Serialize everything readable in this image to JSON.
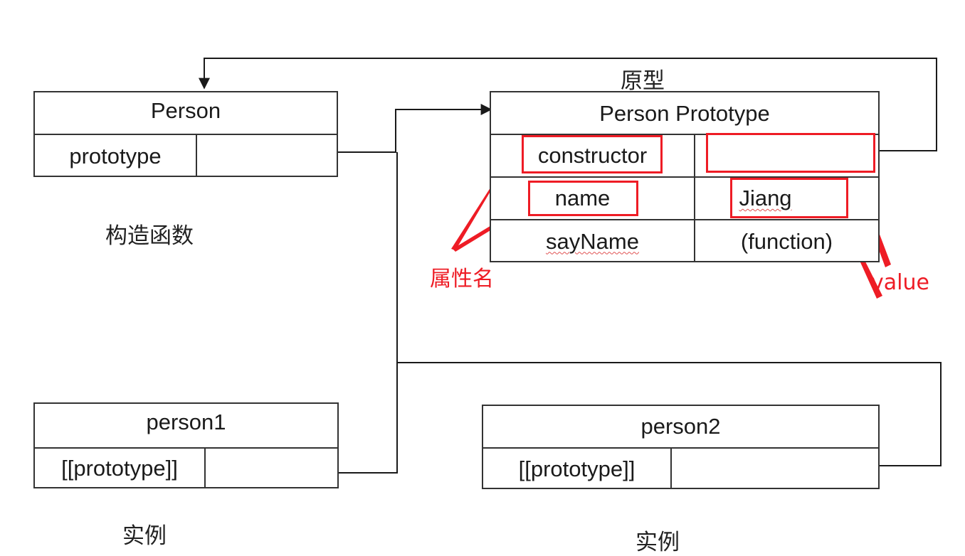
{
  "constructor_box": {
    "title": "Person",
    "prop_label": "prototype",
    "caption": "构造函数"
  },
  "prototype_box": {
    "heading": "原型",
    "title": "Person Prototype",
    "rows": [
      {
        "key": "constructor",
        "value": ""
      },
      {
        "key": "name",
        "value": "Jiang"
      },
      {
        "key": "sayName",
        "value": "(function)"
      }
    ]
  },
  "instance1": {
    "title": "person1",
    "prop_label": "[[prototype]]",
    "caption": "实例"
  },
  "instance2": {
    "title": "person2",
    "prop_label": "[[prototype]]",
    "caption": "实例"
  },
  "annotations": {
    "property_name_label": "属性名",
    "value_label": "value",
    "color": "#ee1c25"
  },
  "colors": {
    "line": "#333333",
    "highlight": "#ee1c25"
  }
}
